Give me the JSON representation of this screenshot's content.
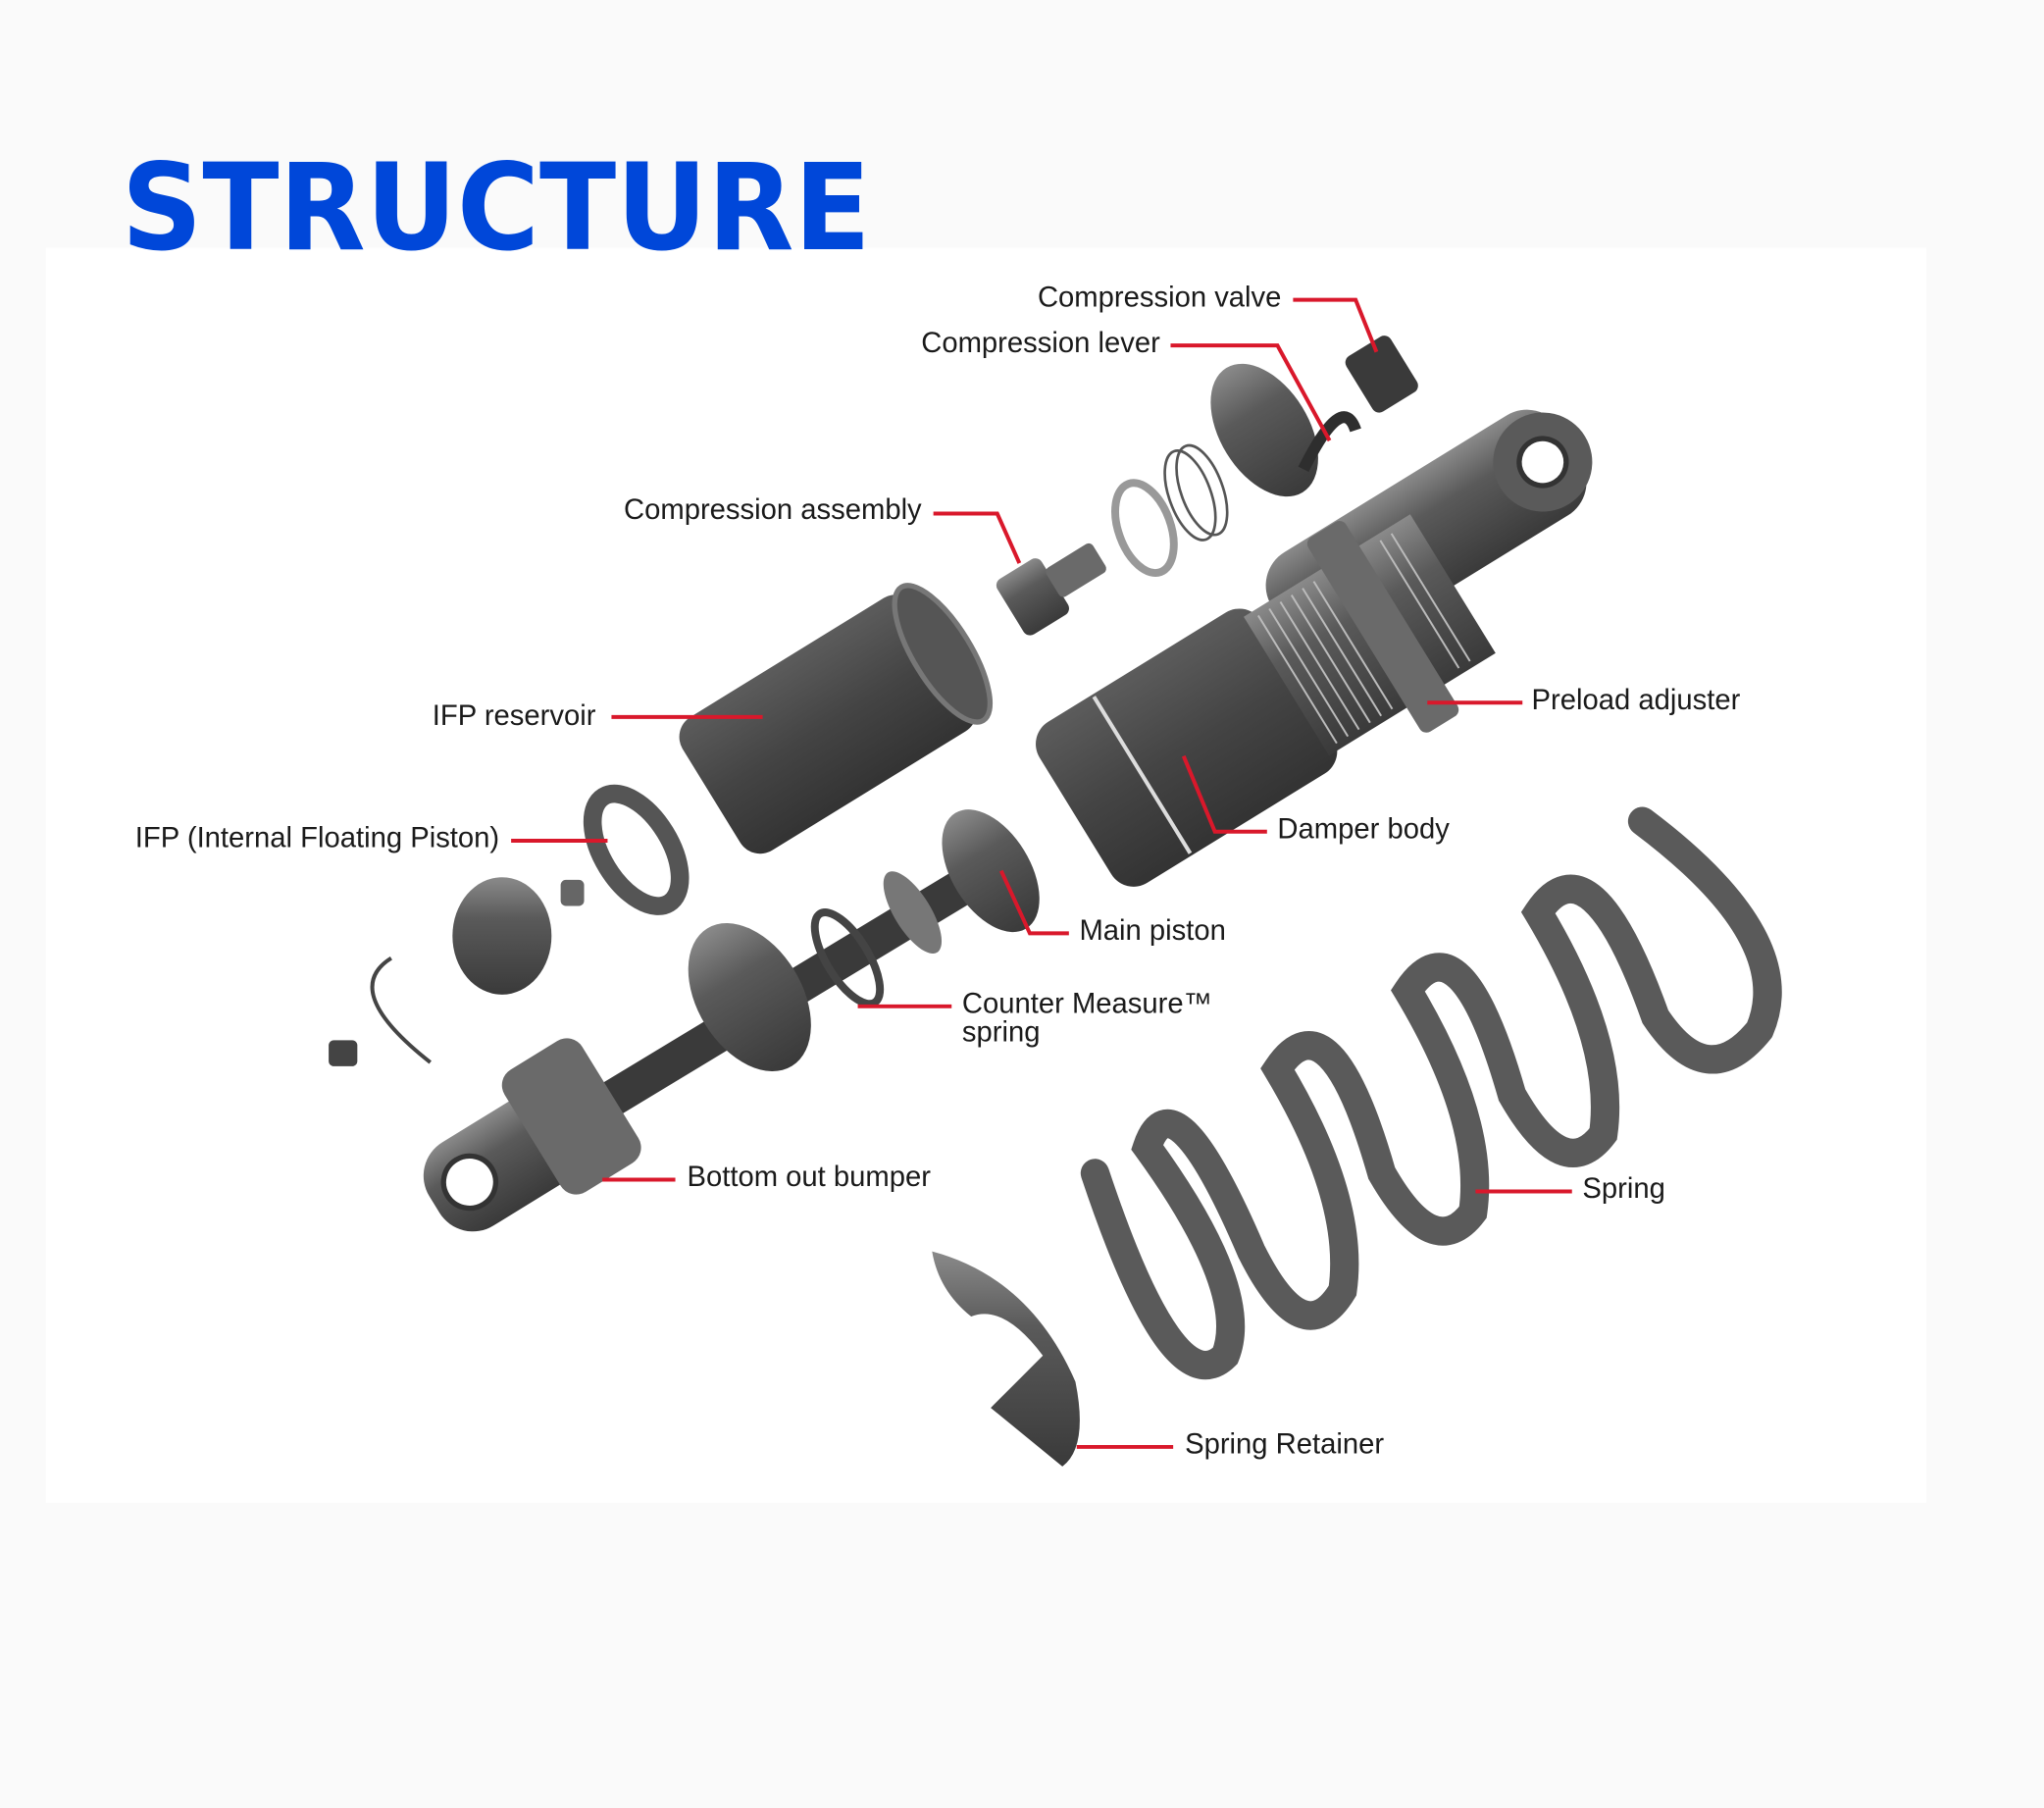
{
  "title": "STRUCTURE",
  "colors": {
    "title": "#0047d9",
    "leader": "#d9182b",
    "part": "#4a4a4a"
  },
  "labels": {
    "compression_valve": "Compression valve",
    "compression_lever": "Compression lever",
    "compression_assembly": "Compression assembly",
    "ifp_reservoir": "IFP reservoir",
    "ifp": "IFP (Internal Floating Piston)",
    "preload_adjuster": "Preload adjuster",
    "damper_body": "Damper body",
    "main_piston": "Main piston",
    "counter_measure_line1": "Counter Measure™",
    "counter_measure_line2": "spring",
    "bottom_out_bumper": "Bottom out bumper",
    "spring": "Spring",
    "spring_retainer": "Spring Retainer"
  }
}
